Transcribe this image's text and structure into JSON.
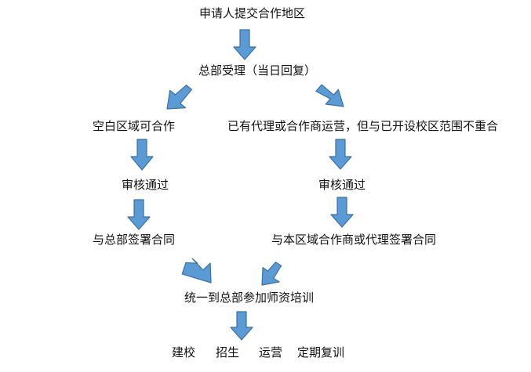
{
  "colors": {
    "arrow_fill": "#5b9bd5",
    "arrow_stroke": "#3e6f9e",
    "text": "#111111"
  },
  "nodes": {
    "submit": "申请人提交合作地区",
    "hq_review": "总部受理（当日回复）",
    "blank_region": "空白区域可合作",
    "has_agent": "已有代理或合作商运营，但与已开设校区范围不重合",
    "approved_left": "审核通过",
    "approved_right": "审核通过",
    "contract_hq": "与总部签署合同",
    "contract_local": "与本区域合作商或代理签署合同",
    "training": "统一到总部参加师资培训",
    "final": {
      "build": "建校",
      "enroll": "招生",
      "operate": "运营",
      "retrain": "定期复训"
    }
  }
}
